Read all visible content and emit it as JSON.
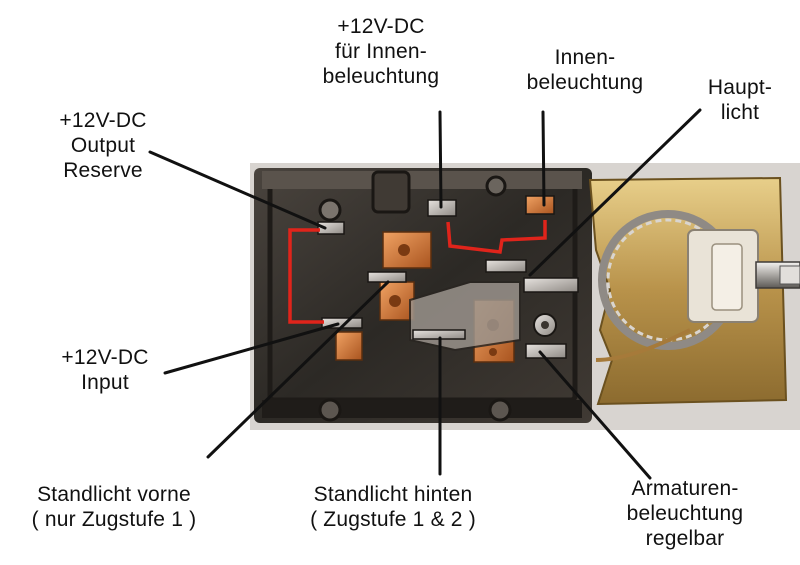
{
  "labels": {
    "innen_supply": {
      "lines": [
        "+12V-DC",
        "für Innen-",
        "beleuchtung"
      ]
    },
    "innen": {
      "lines": [
        "Innen-",
        "beleuchtung"
      ]
    },
    "haupt": {
      "lines": [
        "Haupt-",
        "licht"
      ]
    },
    "reserve": {
      "lines": [
        "+12V-DC",
        "Output",
        "Reserve"
      ]
    },
    "input": {
      "lines": [
        "+12V-DC",
        "Input"
      ]
    },
    "stand_vorne": {
      "lines": [
        "Standlicht vorne",
        "( nur Zugstufe 1 )"
      ]
    },
    "stand_hinten": {
      "lines": [
        "Standlicht hinten",
        "( Zugstufe 1 & 2 )"
      ]
    },
    "armaturen": {
      "lines": [
        "Armaturen-",
        "beleuchtung",
        "regelbar"
      ]
    }
  },
  "colors": {
    "leader": "#111111",
    "jumper": "#e0241b",
    "housing": "#3a3530",
    "contact": "#c9c4bf",
    "brass": "#c8a65c",
    "copper": "#d97a3d"
  }
}
